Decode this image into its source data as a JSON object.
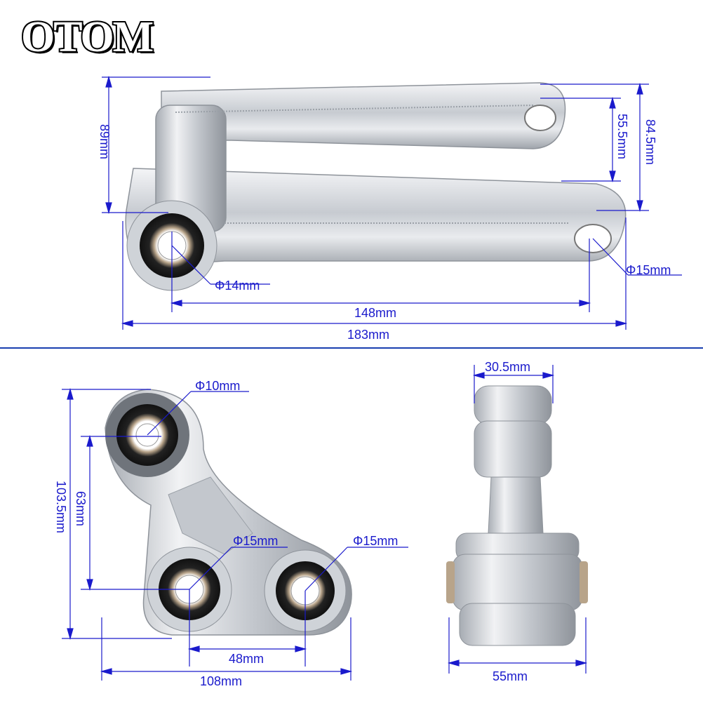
{
  "brand": "OTOM",
  "colors": {
    "dimension": "#1a1acc",
    "divider": "#1a3fb0",
    "metal": "#c9cdd3"
  },
  "top_view": {
    "height_left": "89mm",
    "height_inner": "55.5mm",
    "height_right": "84.5mm",
    "bore_left": "Φ14mm",
    "bore_right": "Φ15mm",
    "center_distance": "148mm",
    "overall_length": "183mm"
  },
  "triangle_view": {
    "bore_top": "Φ10mm",
    "bore_mid": "Φ15mm",
    "bore_right": "Φ15mm",
    "height_overall": "103.5mm",
    "height_center": "63mm",
    "spacing": "48mm",
    "width_overall": "108mm"
  },
  "side_view": {
    "width_top": "30.5mm",
    "width_bottom": "55mm"
  }
}
